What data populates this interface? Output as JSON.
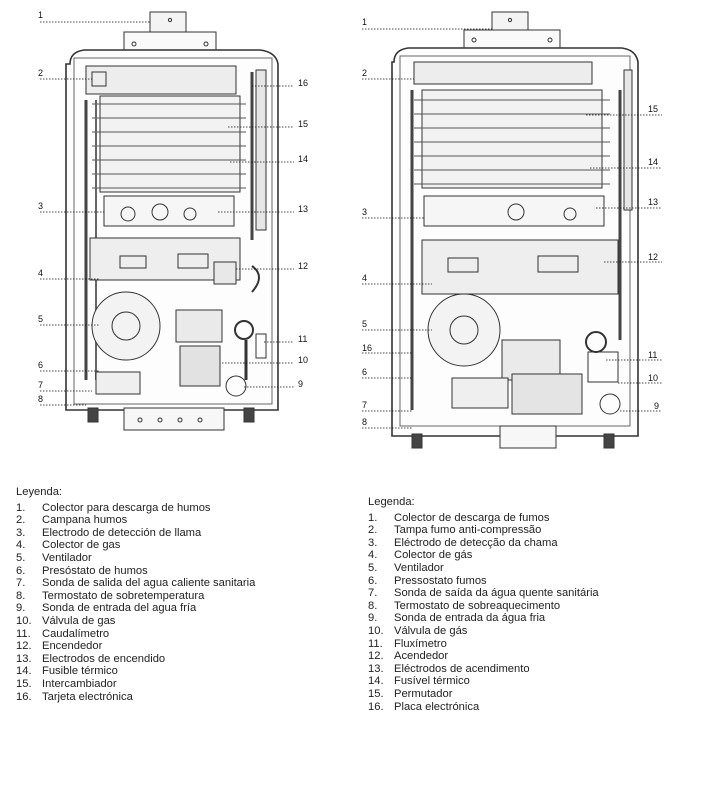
{
  "legend_left": {
    "title": "Leyenda:",
    "items": [
      {
        "num": "1.",
        "text": "Colector para descarga de humos"
      },
      {
        "num": "2.",
        "text": "Campana humos"
      },
      {
        "num": "3.",
        "text": "Electrodo de detección de llama"
      },
      {
        "num": "4.",
        "text": "Colector de gas"
      },
      {
        "num": "5.",
        "text": "Ventilador"
      },
      {
        "num": "6.",
        "text": "Presóstato de humos"
      },
      {
        "num": "7.",
        "text": "Sonda de salida del agua caliente sanitaria"
      },
      {
        "num": "8.",
        "text": "Termostato de sobretemperatura"
      },
      {
        "num": "9.",
        "text": "Sonda de entrada del agua fría"
      },
      {
        "num": "10.",
        "text": "Válvula de gas"
      },
      {
        "num": "11.",
        "text": "Caudalímetro"
      },
      {
        "num": "12.",
        "text": "Encendedor"
      },
      {
        "num": "13.",
        "text": "Electrodos de encendido"
      },
      {
        "num": "14.",
        "text": "Fusible térmico"
      },
      {
        "num": "15.",
        "text": "Intercambiador"
      },
      {
        "num": "16.",
        "text": "Tarjeta electrónica"
      }
    ]
  },
  "legend_right": {
    "title": "Legenda:",
    "items": [
      {
        "num": "1.",
        "text": "Colector de descarga de fumos"
      },
      {
        "num": "2.",
        "text": "Tampa fumo anti-compressão"
      },
      {
        "num": "3.",
        "text": "Eléctrodo de detecção da chama"
      },
      {
        "num": "4.",
        "text": "Colector de gás"
      },
      {
        "num": "5.",
        "text": "Ventilador"
      },
      {
        "num": "6.",
        "text": "Pressostato fumos"
      },
      {
        "num": "7.",
        "text": "Sonda de saída da água quente sanitária"
      },
      {
        "num": "8.",
        "text": "Termostato de sobreaquecimento"
      },
      {
        "num": "9.",
        "text": "Sonda de entrada da água fria"
      },
      {
        "num": "10.",
        "text": "Válvula de gás"
      },
      {
        "num": "11.",
        "text": "Fluxímetro"
      },
      {
        "num": "12.",
        "text": "Acendedor"
      },
      {
        "num": "13.",
        "text": "Eléctrodos de acendimento"
      },
      {
        "num": "14.",
        "text": "Fusível térmico"
      },
      {
        "num": "15.",
        "text": "Permutador"
      },
      {
        "num": "16.",
        "text": "Placa electrónica"
      }
    ]
  },
  "callouts_left": [
    "1",
    "2",
    "3",
    "4",
    "5",
    "6",
    "7",
    "8",
    "9",
    "10",
    "11",
    "12",
    "13",
    "14",
    "15",
    "16"
  ],
  "callouts_right": [
    "1",
    "2",
    "3",
    "4",
    "5",
    "6",
    "7",
    "8",
    "9",
    "10",
    "11",
    "12",
    "13",
    "14",
    "15",
    "16"
  ]
}
